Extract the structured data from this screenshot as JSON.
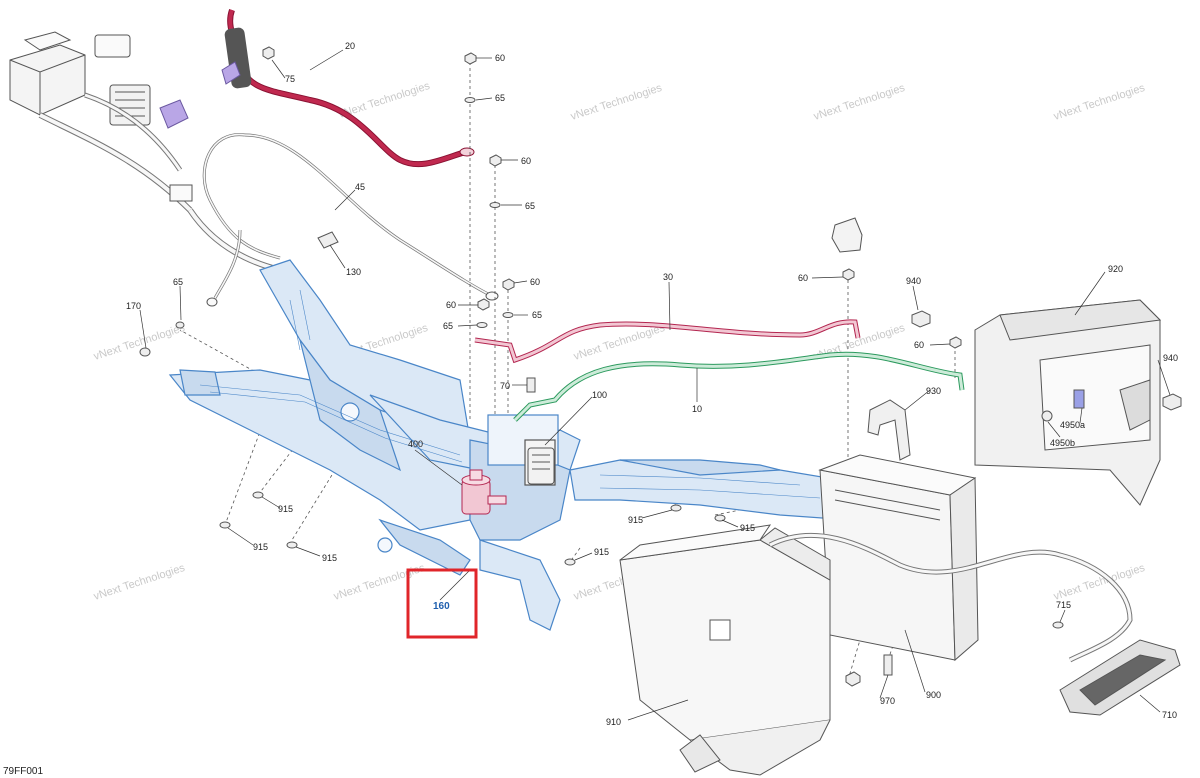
{
  "diagram": {
    "figure_code": "79FF001",
    "selected_part": "160",
    "watermark_line1": "vNext",
    "watermark_line2": "Technologies",
    "watermark_full": "vNext Technologies",
    "callouts": {
      "c20": "20",
      "c75": "75",
      "c45": "45",
      "c130": "130",
      "c60a": "60",
      "c65a": "65",
      "c60b": "60",
      "c65b": "65",
      "c60c": "60",
      "c65c": "65",
      "c60d": "60",
      "c65d": "65",
      "c70": "70",
      "c100": "100",
      "c30": "30",
      "c10": "10",
      "c60e": "60",
      "c60f": "60",
      "c940a": "940",
      "c920": "920",
      "c940b": "940",
      "c4950a": "4950a",
      "c4950b": "4950b",
      "c930": "930",
      "c170": "170",
      "c65e": "65",
      "c400": "400",
      "c915a": "915",
      "c915b": "915",
      "c915c": "915",
      "c915d": "915",
      "c915e": "915",
      "c915f": "915",
      "c910": "910",
      "c970": "970",
      "c900": "900",
      "c715": "715",
      "c710": "710"
    },
    "colors": {
      "frame_blue": "#4a86c8",
      "frame_fill": "#dbe8f6",
      "positive_cable": "#c0294f",
      "negative_cable": "#2c9a5e",
      "highlight_box": "#e0252a",
      "line_gray": "#555555"
    }
  }
}
